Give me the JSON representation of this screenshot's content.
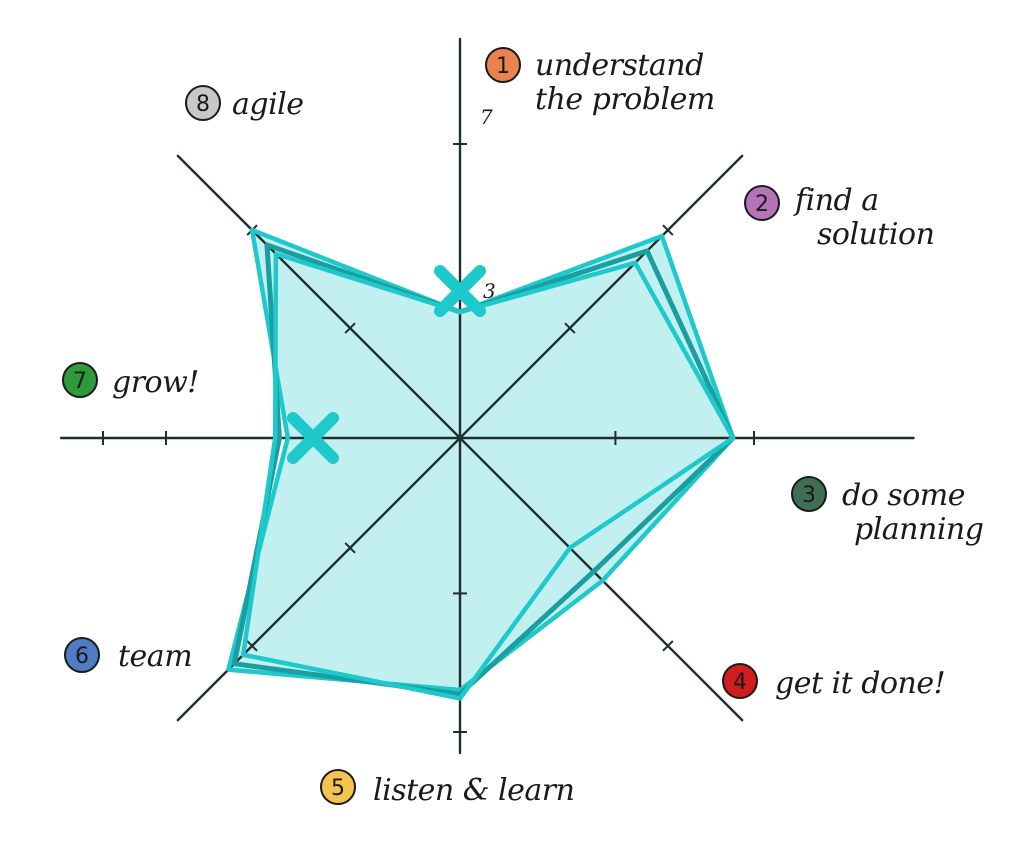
{
  "tick_labels": {
    "outer": "7",
    "inner": "3"
  },
  "axes": [
    {
      "num": "1",
      "lines": [
        "understand",
        "the problem"
      ],
      "color": "#e8834f"
    },
    {
      "num": "2",
      "lines": [
        "find a",
        "solution"
      ],
      "color": "#b673b8"
    },
    {
      "num": "3",
      "lines": [
        "do some",
        "planning"
      ],
      "color": "#3f6e55"
    },
    {
      "num": "4",
      "lines": [
        "get it done!"
      ],
      "color": "#d11d1d"
    },
    {
      "num": "5",
      "lines": [
        "listen & learn"
      ],
      "color": "#f5c34f"
    },
    {
      "num": "6",
      "lines": [
        "team"
      ],
      "color": "#4f7cc4"
    },
    {
      "num": "7",
      "lines": [
        "grow!"
      ],
      "color": "#2e9a3c"
    },
    {
      "num": "8",
      "lines": [
        "agile"
      ],
      "color": "#c8c8c8"
    }
  ],
  "colors": {
    "axis": "#1f2f2f",
    "fill": "#c2efef",
    "line_light": "#1ec9cc",
    "line_dark": "#1a9ea0",
    "marker": "#1ec9cc"
  },
  "chart_data": {
    "type": "radar",
    "axes": [
      "1",
      "2",
      "3",
      "4",
      "5",
      "6",
      "7",
      "8"
    ],
    "range": [
      0,
      7
    ],
    "series": [
      {
        "values": [
          3,
          6.8,
          6.5,
          4.8,
          6,
          7.8,
          4.1,
          7
        ]
      },
      {
        "values": [
          3,
          6.3,
          6.5,
          4.5,
          6.1,
          7.6,
          4.3,
          6.5
        ]
      },
      {
        "values": [
          3,
          5.9,
          6.5,
          3.7,
          6.2,
          7.3,
          4.4,
          6.2
        ]
      }
    ],
    "markers": [
      {
        "axis": "1",
        "value": 3.5
      },
      {
        "axis": "7",
        "value": 3.5
      }
    ]
  }
}
